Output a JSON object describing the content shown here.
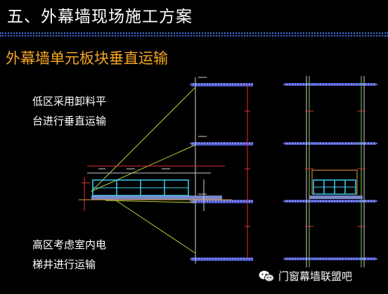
{
  "slide": {
    "title": "五、外幕墙现场施工方案",
    "subtitle": "外幕墙单元板块垂直运输",
    "note_low": [
      "低区采用卸料平",
      "台进行垂直运输"
    ],
    "note_high": [
      "高区考虑室内电",
      "梯井进行运输"
    ]
  },
  "watermark": {
    "text": "门窗幕墙联盟吧",
    "icon": "wechat-icon"
  },
  "colors": {
    "background": "#000000",
    "title": "#ffffff",
    "subtitle": "#f5a623",
    "rule": "#3d6fe0",
    "floor_slab": "#4a55c8",
    "panel_frame": "#3fd0f0",
    "guide_line": "#b5d13a",
    "dimension_line": "#e03030",
    "column_line": "#7fd65f"
  }
}
